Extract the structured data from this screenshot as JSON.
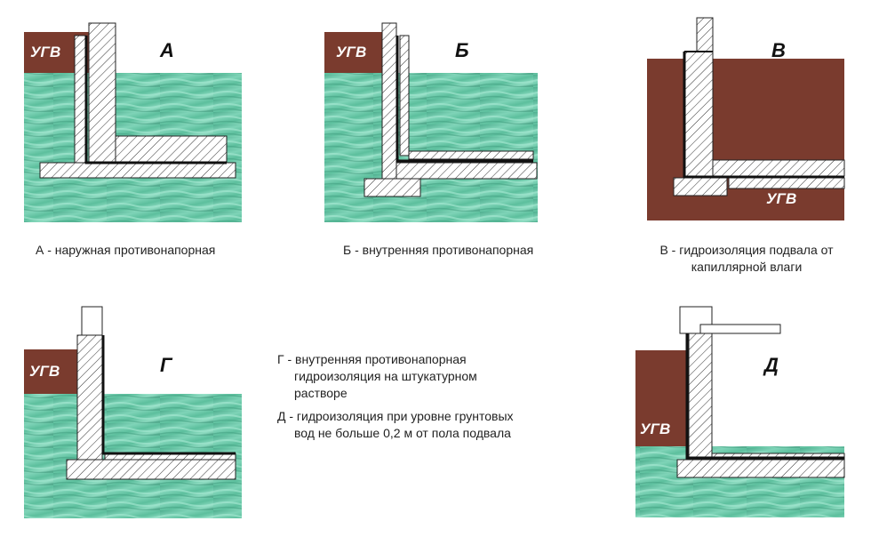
{
  "panels": {
    "a": {
      "letter": "А",
      "water_label": "УГВ",
      "caption": "А - наружная противонапорная"
    },
    "b": {
      "letter": "Б",
      "water_label": "УГВ",
      "caption": "Б - внутренняя противонапорная"
    },
    "v": {
      "letter": "В",
      "water_label": "УГВ",
      "caption_line1": "В - гидроизоляция подвала от",
      "caption_line2": "капиллярной влаги"
    },
    "g": {
      "letter": "Г",
      "water_label": "УГВ"
    },
    "d": {
      "letter": "Д",
      "water_label": "УГВ"
    }
  },
  "legend": {
    "g_line1": "Г - внутренняя противонапорная",
    "g_line2": "гидроизоляция на штукатурном",
    "g_line3": "растворе",
    "d_line1": "Д - гидроизоляция при уровне грунтовых",
    "d_line2": "вод не больше 0,2 м от пола подвала"
  },
  "colors": {
    "soil": "#7a3b2e",
    "water": "#5fbf9f",
    "hatch": "#222222",
    "waterproofing": "#111111"
  }
}
